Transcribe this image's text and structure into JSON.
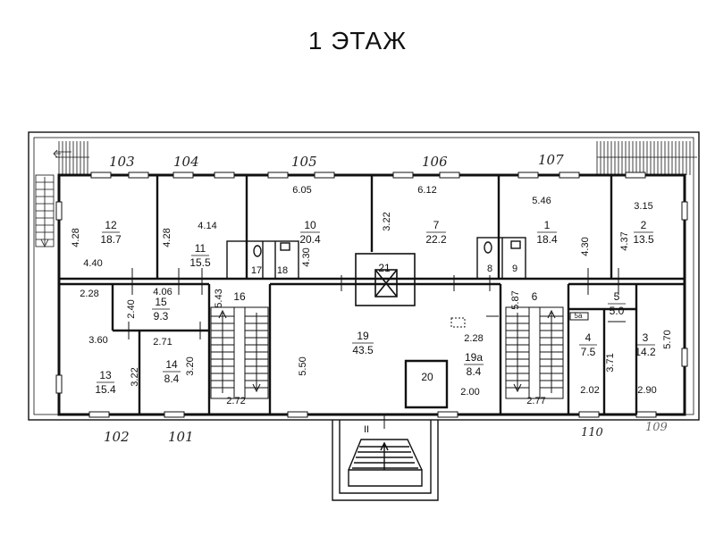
{
  "title": "1 ЭТАЖ",
  "handwritten": {
    "n103": "103",
    "n104": "104",
    "n105": "105",
    "n106": "106",
    "n107": "107",
    "n102": "102",
    "n101": "101",
    "n110": "110",
    "n109": "109"
  },
  "rooms": {
    "r12": {
      "num": "12",
      "area": "18.7"
    },
    "r11": {
      "num": "11",
      "area": "15.5"
    },
    "r10": {
      "num": "10",
      "area": "20.4"
    },
    "r7": {
      "num": "7",
      "area": "22.2"
    },
    "r1": {
      "num": "1",
      "area": "18.4"
    },
    "r2": {
      "num": "2",
      "area": "13.5"
    },
    "r15": {
      "num": "15",
      "area": "9.3"
    },
    "r13": {
      "num": "13",
      "area": "15.4"
    },
    "r14": {
      "num": "14",
      "area": "8.4"
    },
    "r19": {
      "num": "19",
      "area": "43.5"
    },
    "r19a": {
      "num": "19а",
      "area": "8.4"
    },
    "r5": {
      "num": "5",
      "area": "5.0"
    },
    "r4": {
      "num": "4",
      "area": "7.5"
    },
    "r3": {
      "num": "3",
      "area": "14.2"
    },
    "r16": {
      "num": "16"
    },
    "r6": {
      "num": "6"
    },
    "r17": {
      "num": "17"
    },
    "r18": {
      "num": "18"
    },
    "r8": {
      "num": "8"
    },
    "r9": {
      "num": "9"
    },
    "r20": {
      "num": "20"
    },
    "r21": {
      "num": "21"
    },
    "r5a": {
      "num": "5а"
    },
    "entrance": {
      "num": "II"
    }
  },
  "dims": {
    "d428a": "4.28",
    "d440": "4.40",
    "d428b": "4.28",
    "d414": "4.14",
    "d605": "6.05",
    "d430a": "4.30",
    "d612": "6.12",
    "d322a": "3.22",
    "d546": "5.46",
    "d430b": "4.30",
    "d315": "3.15",
    "d437": "4.37",
    "d228a": "2.28",
    "d406": "4.06",
    "d240": "2.40",
    "d543": "5.43",
    "d360": "3.60",
    "d271": "2.71",
    "d322b": "3.22",
    "d320": "3.20",
    "d272": "2.72",
    "d550": "5.50",
    "d228b": "2.28",
    "d200": "2.00",
    "d587": "5.87",
    "d277": "2.77",
    "d371": "3.71",
    "d202": "2.02",
    "d570": "5.70",
    "d290": "2.90"
  }
}
